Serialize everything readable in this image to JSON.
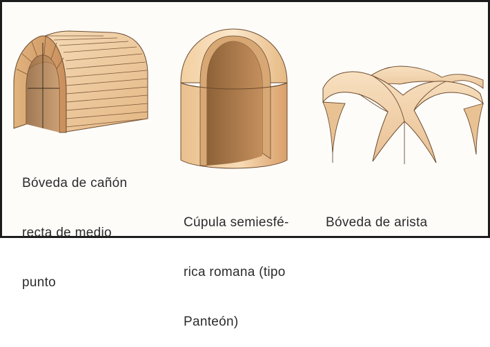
{
  "figures": [
    {
      "caption_lines": [
        "Bóveda de cañón",
        "recta de medio",
        "punto"
      ]
    },
    {
      "caption_lines": [
        "Cúpula semiesfé-",
        "rica romana (tipo",
        "Panteón)"
      ]
    },
    {
      "caption_lines": [
        "Bóveda de arista"
      ]
    }
  ],
  "colors": {
    "stone_light": "#f6dcb8",
    "stone_mid": "#e8bd8a",
    "stone_dark": "#c98f5c",
    "stone_inner": "#a8794e",
    "outline": "#6b4a2e",
    "frame": "#1c1c1c"
  }
}
